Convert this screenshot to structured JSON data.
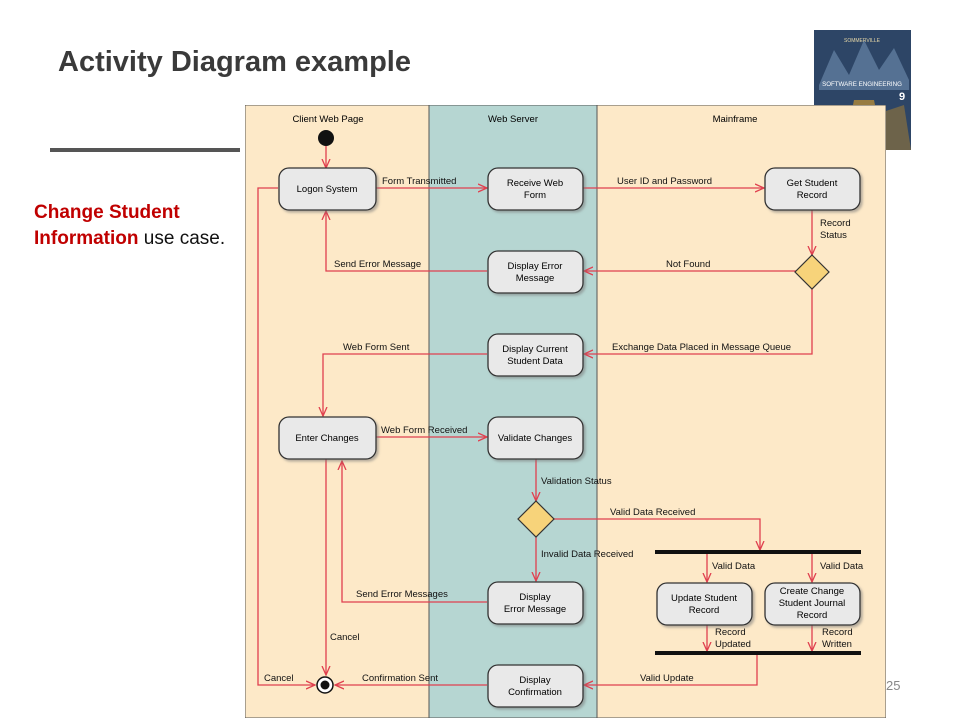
{
  "slide": {
    "title": "Activity Diagram example",
    "usecase_bold": "Change Student Information",
    "usecase_rest": " use case.",
    "page_number": "25"
  },
  "book_cover": {
    "author": "SOMMERVILLE",
    "title": "SOFTWARE ENGINEERING",
    "edition": "9"
  },
  "diagram": {
    "swimlanes": [
      "Client Web Page",
      "Web Server",
      "Mainframe"
    ],
    "activities": {
      "logon": "Logon System",
      "receive": [
        "Receive Web",
        "Form"
      ],
      "get_record": [
        "Get Student",
        "Record"
      ],
      "display_error": [
        "Display Error",
        "Message"
      ],
      "display_current": [
        "Display Current",
        "Student Data"
      ],
      "enter_changes": "Enter Changes",
      "validate": "Validate Changes",
      "display_error2": [
        "Display",
        "Error Message"
      ],
      "update_record": [
        "Update Student",
        "Record"
      ],
      "create_journal": [
        "Create Change",
        "Student Journal",
        "Record"
      ],
      "display_confirmation": [
        "Display",
        "Confirmation"
      ]
    },
    "labels": {
      "form_transmitted": "Form Transmitted",
      "user_id": "User ID and Password",
      "record_status": [
        "Record",
        "Status"
      ],
      "not_found": "Not Found",
      "send_error": "Send Error Message",
      "web_form_sent": "Web Form Sent",
      "exchange_data": "Exchange Data Placed in Message Queue",
      "web_form_received": "Web Form Received",
      "validation_status": "Validation Status",
      "valid_data_received": "Valid Data Received",
      "invalid_data_received": "Invalid Data Received",
      "valid_data_1": "Valid Data",
      "valid_data_2": "Valid Data",
      "send_error_messages": "Send Error Messages",
      "record_updated": [
        "Record",
        "Updated"
      ],
      "record_written": [
        "Record",
        "Written"
      ],
      "cancel_1": "Cancel",
      "cancel_2": "Cancel",
      "confirmation_sent": "Confirmation Sent",
      "valid_update": "Valid Update"
    },
    "colors": {
      "lane_client": "#fde9c8",
      "lane_web": "#b6d6d2",
      "lane_main": "#fde9c8",
      "arrow": "#e0404f",
      "decision": "#f7d37a",
      "node_fill": "#e9e9e9"
    }
  }
}
